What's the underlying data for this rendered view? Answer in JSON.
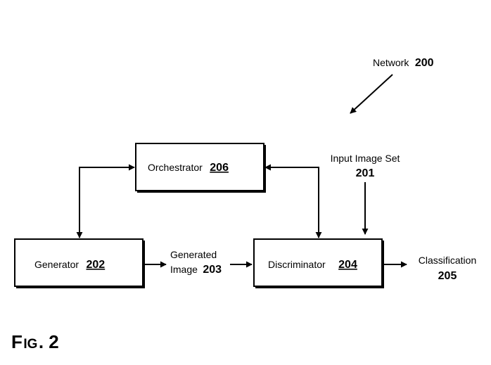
{
  "network": {
    "label": "Network",
    "number": "200"
  },
  "orchestrator": {
    "label": "Orchestrator",
    "number": "206"
  },
  "generator": {
    "label": "Generator",
    "number": "202"
  },
  "discriminator": {
    "label": "Discriminator",
    "number": "204"
  },
  "generated_image": {
    "line1": "Generated",
    "line2": "Image",
    "number": "203"
  },
  "input_image_set": {
    "line1": "Input Image Set",
    "number": "201"
  },
  "classification": {
    "label": "Classification",
    "number": "205"
  },
  "figure": {
    "prefix": "F",
    "small_caps": "IG",
    "suffix": ". 2"
  }
}
